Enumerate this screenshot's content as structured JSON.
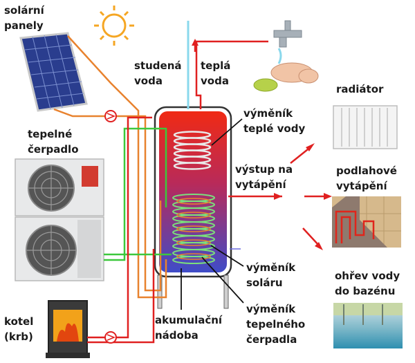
{
  "labels": {
    "solar_panels": [
      "solární",
      "panely"
    ],
    "heat_pump": [
      "tepelné",
      "čerpadlo"
    ],
    "boiler": [
      "kotel",
      "(krb)"
    ],
    "cold_water": [
      "studená",
      "voda"
    ],
    "hot_water": [
      "teplá",
      "voda"
    ],
    "hot_water_exchanger": [
      "výměník",
      "teplé vody"
    ],
    "heating_outlet": [
      "výstup na",
      "vytápění"
    ],
    "solar_exchanger": [
      "výměník",
      "soláru"
    ],
    "storage_tank": [
      "akumulační",
      "nádoba"
    ],
    "heat_pump_exchanger": [
      "výměník",
      "tepelného",
      "čerpadla"
    ],
    "radiator": [
      "radiátor"
    ],
    "floor_heating": [
      "podlahové",
      "vytápění"
    ],
    "pool_heating": [
      "ohřev vody",
      "do bazénu"
    ]
  },
  "colors": {
    "solar_pipe": "#e8822e",
    "hot_pipe": "#e02020",
    "heat_pump_pipe": "#3cc83c",
    "cold_pipe": "#8ad8ec",
    "return_pipe": "#6a6ae0",
    "arrow": "#e02020"
  }
}
